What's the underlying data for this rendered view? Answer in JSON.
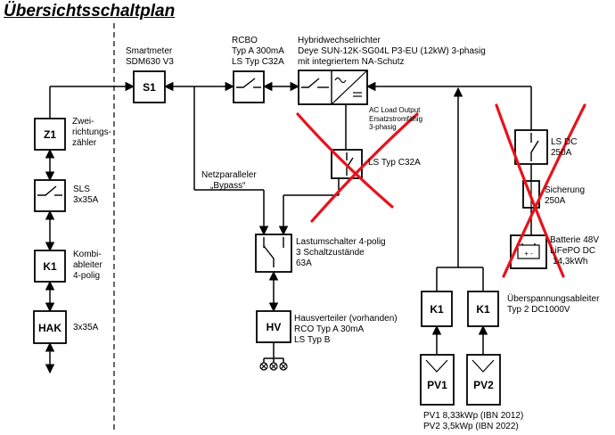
{
  "title": "Übersichtsschaltplan",
  "components": {
    "z1": {
      "tag": "Z1",
      "desc": [
        "Zwei-",
        "richtungs-",
        "zähler"
      ]
    },
    "sls": {
      "desc": [
        "SLS",
        "3x35A"
      ]
    },
    "k1_left": {
      "tag": "K1",
      "desc": [
        "Kombi-",
        "ableiter",
        "4-polig"
      ]
    },
    "hak": {
      "tag": "HAK",
      "desc": [
        "3x35A"
      ]
    },
    "s1": {
      "tag": "S1",
      "desc": [
        "Smartmeter",
        "SDM630 V3"
      ]
    },
    "rcbo": {
      "desc": [
        "RCBO",
        "Typ A 300mA",
        "LS Typ C32A"
      ]
    },
    "inverter": {
      "desc": [
        "Hybridwechselrichter",
        "Deye SUN-12K-SG04L P3-EU (12kW) 3-phasig",
        "mit integriertem NA-Schutz"
      ]
    },
    "ac_load": {
      "desc": [
        "AC Load Output",
        "Ersatzstromfähig",
        "3-phasig"
      ]
    },
    "ls_c32": {
      "desc": [
        "LS Typ C32A"
      ]
    },
    "bypass": {
      "desc": [
        "Netzparalleler",
        "„Bypass“"
      ]
    },
    "lastum": {
      "desc": [
        "Lastumschalter 4-polig",
        "3 Schaltzustände",
        "63A"
      ]
    },
    "hv": {
      "tag": "HV",
      "desc": [
        "Hausverteiler (vorhanden)",
        "RCO Typ A 30mA",
        "LS Typ B"
      ]
    },
    "ls_dc": {
      "desc": [
        "LS DC",
        "250A"
      ]
    },
    "sicherung": {
      "desc": [
        "Sicherung",
        "250A"
      ]
    },
    "battery": {
      "symbol": "+ -",
      "desc": [
        "Batterie 48V",
        "LiFePO DC",
        "14,3kWh"
      ]
    },
    "surge": {
      "desc": [
        "Überspannungsableiter",
        "Typ 2 DC1000V"
      ]
    },
    "k1_pv1": {
      "tag": "K1"
    },
    "k1_pv2": {
      "tag": "K1"
    },
    "pv1": {
      "tag": "PV1"
    },
    "pv2": {
      "tag": "PV2"
    },
    "pv_note": [
      "PV1 8,33kWp (IBN 2012)",
      "PV2 3,5kWp (IBN 2022)"
    ]
  },
  "colors": {
    "line": "#000000",
    "cross": "#e8121c",
    "background": "#ffffff"
  }
}
